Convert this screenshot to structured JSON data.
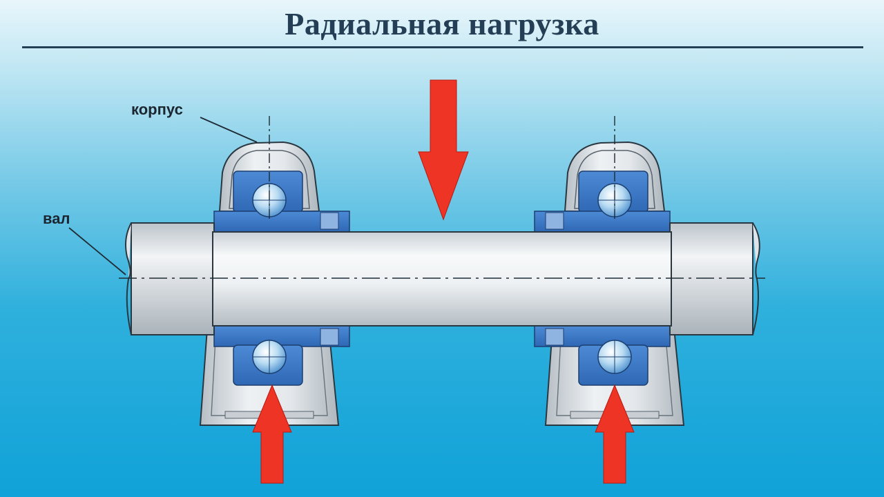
{
  "title": "Радиальная нагрузка",
  "labels": {
    "housing": "корпус",
    "shaft": "вал"
  },
  "colors": {
    "title": "#243f55",
    "arrow": "#ee3424",
    "insert": "#3a78c8",
    "shaft": "#e9edf0",
    "housing": "#dfe4e8"
  }
}
